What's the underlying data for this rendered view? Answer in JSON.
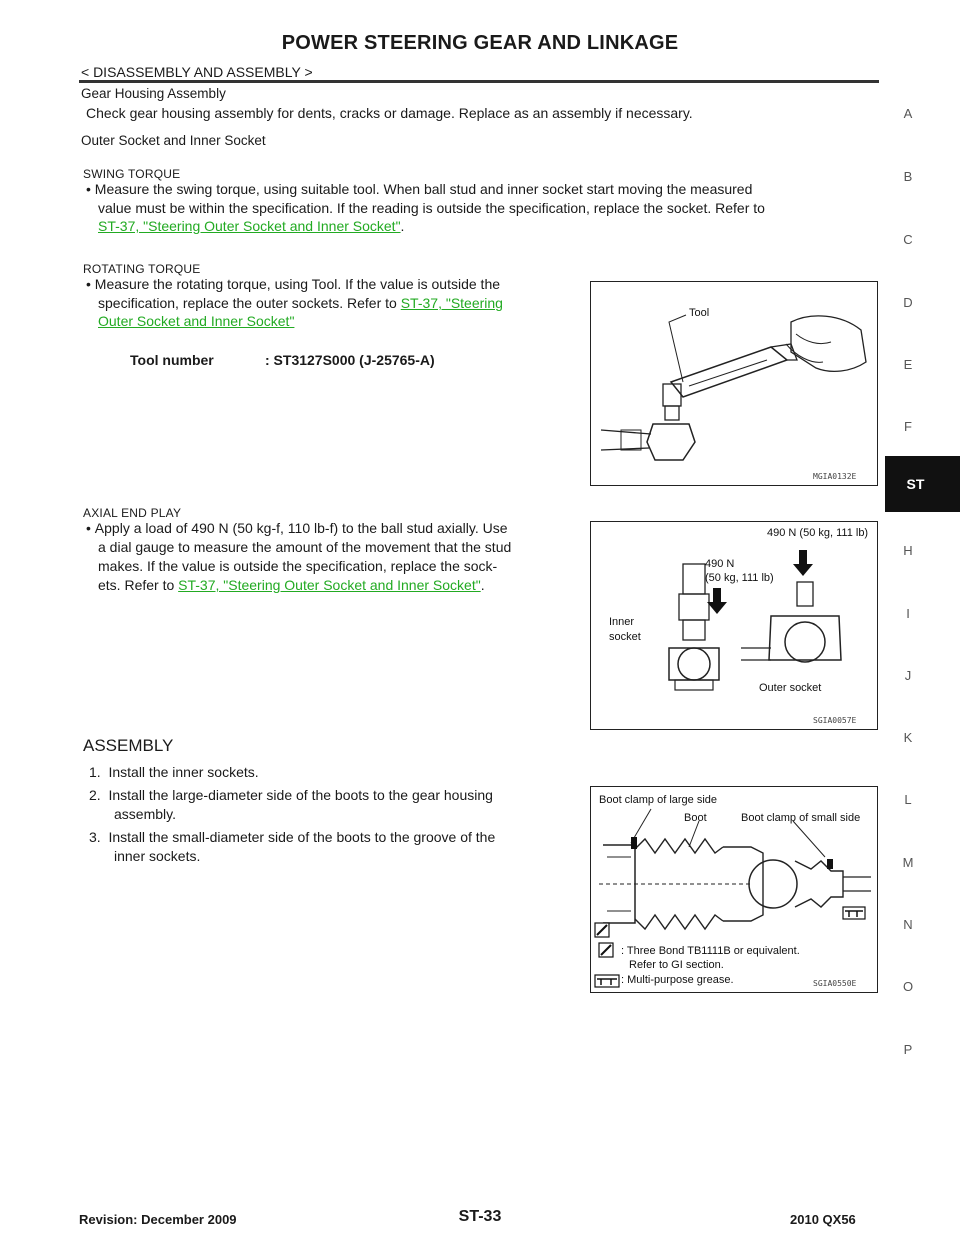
{
  "header": {
    "title": "POWER STEERING GEAR AND LINKAGE",
    "breadcrumb": "< DISASSEMBLY AND ASSEMBLY >"
  },
  "gear_housing": {
    "heading": "Gear Housing Assembly",
    "text": "Check gear housing assembly for dents, cracks or damage. Replace as an assembly if necessary."
  },
  "outer_inner": {
    "heading": "Outer Socket and Inner Socket"
  },
  "swing": {
    "heading": "SWING TORQUE",
    "line1": "Measure the swing torque, using suitable tool. When ball stud and inner socket start moving the measured",
    "line2": "value must be within the specification. If the reading is outside the specification, replace the socket. Refer to",
    "link": "ST-37, \"Steering Outer Socket and Inner Socket\"",
    "after_link": "."
  },
  "rotating": {
    "heading": "ROTATING TORQUE",
    "line1": "Measure the rotating torque, using Tool. If the value is outside the",
    "line2_pre": "specification, replace the outer sockets. Refer to ",
    "link_a": "ST-37, \"Steering",
    "link_b": "Outer Socket and Inner Socket\"",
    "tool_label": "Tool number",
    "tool_value": ": ST3127S000 (J-25765-A)",
    "figure": {
      "label_tool": "Tool",
      "code": "MGIA0132E"
    }
  },
  "axial": {
    "heading": "AXIAL END PLAY",
    "line1": "Apply a load of 490 N (50 kg-f, 110 lb-f) to the ball stud axially. Use",
    "line2": "a dial gauge to measure the amount of the movement that the stud",
    "line3": "makes. If the value is outside the specification, replace the sock-",
    "line4_pre": "ets. Refer to ",
    "link": "ST-37, \"Steering Outer Socket and Inner Socket\"",
    "after_link": ".",
    "figure": {
      "load_top": "490 N (50 kg, 111 lb)",
      "load_left_1": "490 N",
      "load_left_2": "(50 kg, 111 lb)",
      "inner_1": "Inner",
      "inner_2": "socket",
      "outer": "Outer socket",
      "code": "SGIA0057E"
    }
  },
  "assembly": {
    "heading": "ASSEMBLY",
    "steps": [
      {
        "num": "1.",
        "line1": "Install the inner sockets.",
        "line2": ""
      },
      {
        "num": "2.",
        "line1": "Install the large-diameter side of the boots to the gear housing",
        "line2": "assembly."
      },
      {
        "num": "3.",
        "line1": "Install the small-diameter side of the boots to the groove of the",
        "line2": "inner sockets."
      }
    ],
    "figure": {
      "clamp_large": "Boot clamp of large side",
      "boot": "Boot",
      "clamp_small": "Boot clamp of small side",
      "legend_1a": ": Three Bond TB1111B or equivalent.",
      "legend_1b": "Refer to GI section.",
      "legend_2": ": Multi-purpose grease.",
      "code": "SGIA0550E"
    }
  },
  "side_tabs": [
    "A",
    "B",
    "C",
    "D",
    "E",
    "F",
    "ST",
    "H",
    "I",
    "J",
    "K",
    "L",
    "M",
    "N",
    "O",
    "P"
  ],
  "footer": {
    "revision": "Revision: December 2009",
    "page": "ST-33",
    "model": "2010 QX56"
  }
}
